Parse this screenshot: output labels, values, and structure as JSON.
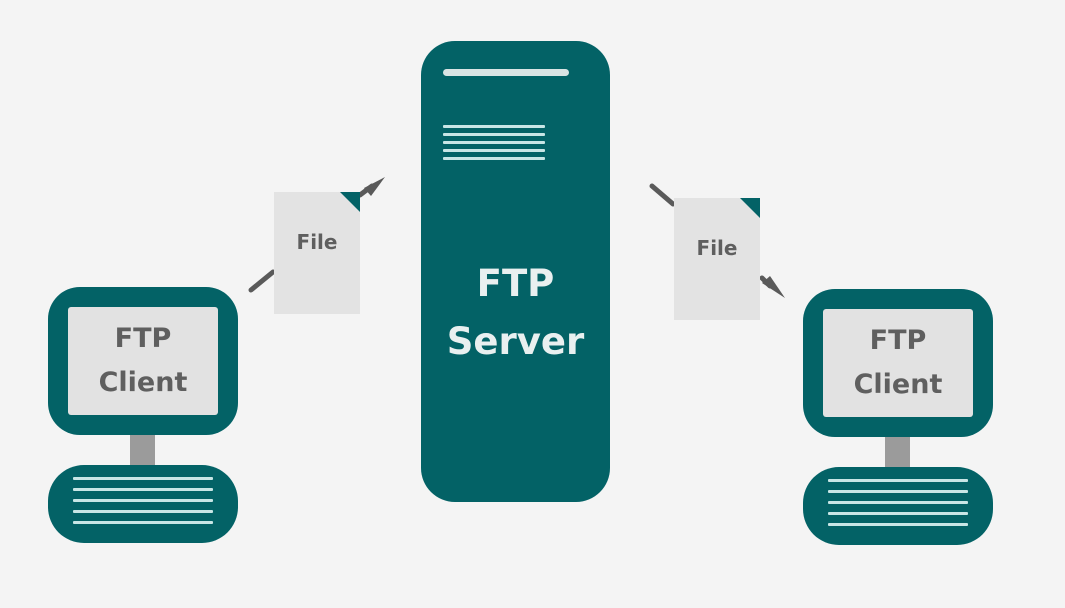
{
  "diagram": {
    "title": "FTP Client-Server File Transfer",
    "server": {
      "line1": "FTP",
      "line2": "Server"
    },
    "clients": [
      {
        "line1": "FTP",
        "line2": "Client"
      },
      {
        "line1": "FTP",
        "line2": "Client"
      }
    ],
    "files": [
      {
        "label": "File",
        "direction": "upload"
      },
      {
        "label": "File",
        "direction": "download"
      }
    ],
    "colors": {
      "background": "#f4f4f4",
      "teal": "#036266",
      "screen": "#e2e2e2",
      "text_dark": "#5f5f5f",
      "text_light": "#e9f0f0",
      "arrow": "#5a5a5a"
    }
  }
}
